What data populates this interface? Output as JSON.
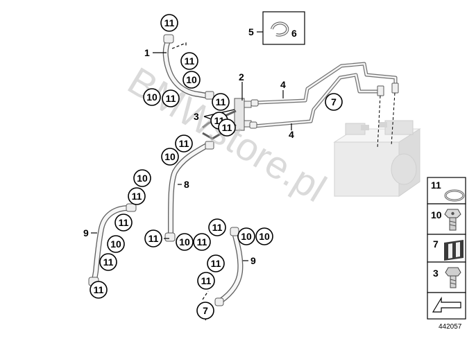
{
  "watermark": "BMWstore.pl",
  "diagram_number": "442057",
  "callouts": {
    "c01": "11",
    "c02": "11",
    "c03": "10",
    "c04": "10",
    "c05": "11",
    "c06": "11",
    "c07": "11",
    "c08": "11",
    "c09": "11",
    "c10": "10",
    "c11": "10",
    "c12": "11",
    "c13": "11",
    "c14": "10",
    "c15": "11",
    "c16": "11",
    "c17": "11",
    "c18": "10",
    "c19": "11",
    "c20": "11",
    "c21": "10",
    "c22": "10",
    "c23": "11",
    "c24": "11",
    "c25": "7"
  },
  "labels": {
    "l1": "1",
    "l2": "2",
    "l3": "3",
    "l4a": "4",
    "l4b": "4",
    "l5": "5",
    "l6": "6",
    "l8": "8",
    "l9a": "9",
    "l9b": "9"
  },
  "legend": {
    "items": [
      {
        "number": "11",
        "icon": "seal-ring-icon"
      },
      {
        "number": "10",
        "icon": "hollow-bolt-icon"
      },
      {
        "number": "7",
        "icon": "rubber-holder-icon"
      },
      {
        "number": "3",
        "icon": "hex-screw-icon"
      },
      {
        "number": "",
        "icon": "arrow-icon"
      }
    ]
  }
}
